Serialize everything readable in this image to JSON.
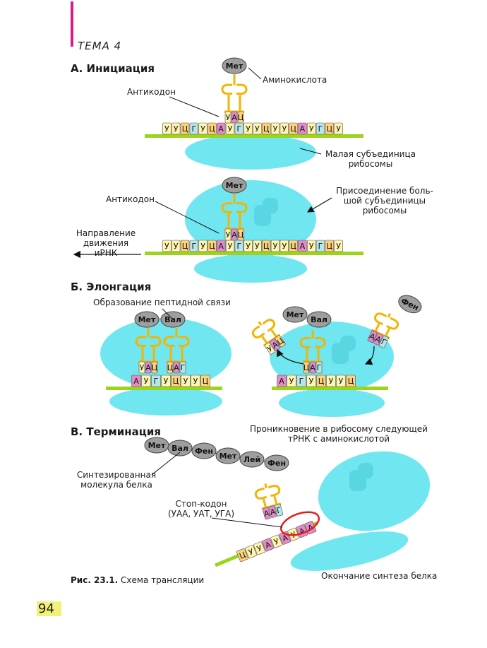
{
  "header": {
    "topic": "ТЕМА 4"
  },
  "sections": {
    "a": "А. Инициация",
    "b": "Б. Элонгация",
    "c": "В. Терминация"
  },
  "labels": {
    "amino_acid": "Аминокислота",
    "anticodon_1": "Антикодон",
    "small_subunit": "Малая субъединица рибосомы",
    "anticodon_2": "Антикодон",
    "large_subunit": "Присоединение большой субъединицы рибосомы",
    "direction": "Направление движения иРНК",
    "peptide_bond": "Образование пептидной связи",
    "next_trna": "Проникновение в рибосому следующей тРНК с аминокислотой",
    "protein": "Синтезированная молекула белка",
    "stop_codon": "Стоп-кодон (УАА, УАТ, УГА)",
    "end_synthesis": "Окончание синтеза белка"
  },
  "amino_acids": {
    "met": "Мет",
    "val": "Вал",
    "phen": "Фен",
    "lei": "Лей"
  },
  "codons": {
    "a_mrna": [
      "У",
      "У",
      "Ц",
      "Г",
      "У",
      "Ц",
      "А",
      "У",
      "Г",
      "У",
      "У",
      "Ц",
      "У",
      "У",
      "Ц",
      "А",
      "У",
      "Г",
      "Ц",
      "У"
    ],
    "a_anticodon": [
      "У",
      "А",
      "Ц"
    ],
    "b1_mrna": [
      "А",
      "У",
      "Г",
      "У",
      "Ц",
      "У",
      "У",
      "Ц"
    ],
    "b1_anticodon": [
      "У",
      "А",
      "Ц",
      "Ц",
      "А",
      "Г"
    ],
    "b2_mrna": [
      "А",
      "У",
      "Г",
      "У",
      "Ц",
      "У",
      "У",
      "Ц"
    ],
    "b2_anticodon": [
      "Ц",
      "А",
      "Г"
    ],
    "b2_leaving": [
      "У",
      "А",
      "Ц"
    ],
    "b2_incoming": [
      "А",
      "А",
      "Г"
    ],
    "c_mrna": [
      "Ц",
      "У",
      "У",
      "А",
      "У",
      "А",
      "У",
      "А",
      "А"
    ],
    "c_anticodon": [
      "А",
      "А",
      "Г"
    ]
  },
  "caption": {
    "label": "Рис. 23.1.",
    "text": "Схема трансляции"
  },
  "page_number": "94",
  "colors": {
    "ribosome": "#6fe6f0",
    "mrna": "#9bd41a",
    "trna": "#f4b400",
    "base_U": "#fff4b0",
    "base_A": "#e48ac8",
    "base_C": "#ffd27a",
    "base_G": "#b8e6e8",
    "amino_acid": "#9e9e9e",
    "stop_circle": "#e02020",
    "accent_bar": "#d81b8c"
  }
}
